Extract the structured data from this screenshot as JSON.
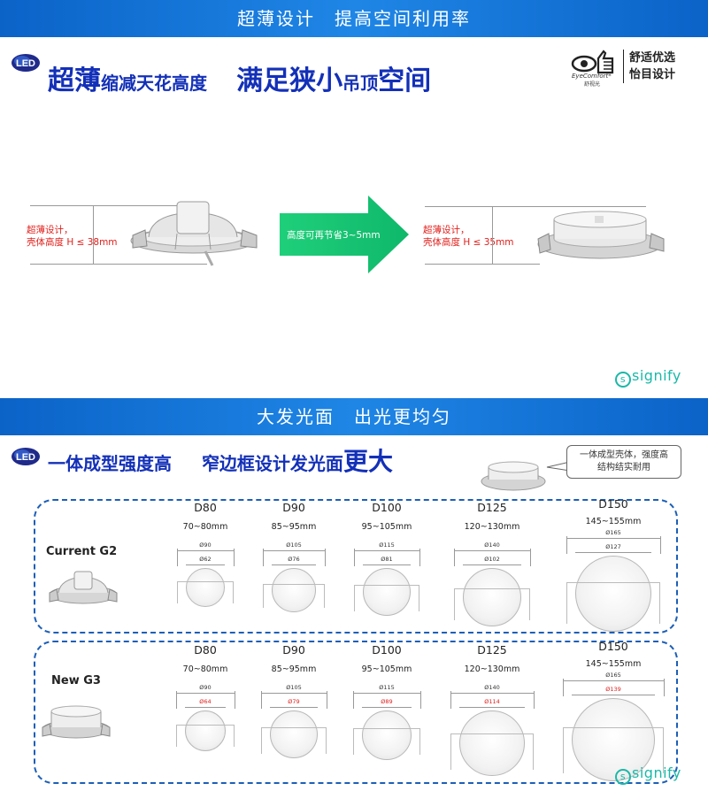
{
  "section1": {
    "banner": "超薄设计　提高空间利用率",
    "headline": {
      "part1_big": "超薄",
      "part1_small": "缩减天花高度",
      "part2_big": "满足狭小",
      "part2_small": "吊顶",
      "part2_big2": "空间"
    },
    "logo": {
      "line1": "舒适优选",
      "line2": "怡目设计",
      "brand": "EyeComfort*",
      "brand_cn": "舒视光"
    },
    "left_note_line1": "超薄设计，",
    "left_note_line2": "壳体高度 H ≤ 38mm",
    "arrow_label": "高度可再节省3~5mm",
    "right_note_line1": "超薄设计，",
    "right_note_line2": "壳体高度 H ≤ 35mm",
    "signify": "signify"
  },
  "section2": {
    "banner": "大发光面　出光更均匀",
    "headline": {
      "part1": "一体成型强度高",
      "part2": "窄边框设计发光面",
      "part2_big": "更大"
    },
    "callout_line1": "一体成型壳体，强度高",
    "callout_line2": "结构结实耐用",
    "rows": [
      {
        "name": "Current G2",
        "columns": [
          {
            "d": "D80",
            "range": "70~80mm",
            "outer": "Ø90",
            "inner": "Ø62",
            "inner_red": false
          },
          {
            "d": "D90",
            "range": "85~95mm",
            "outer": "Ø105",
            "inner": "Ø76",
            "inner_red": false
          },
          {
            "d": "D100",
            "range": "95~105mm",
            "outer": "Ø115",
            "inner": "Ø81",
            "inner_red": false
          },
          {
            "d": "D125",
            "range": "120~130mm",
            "outer": "Ø140",
            "inner": "Ø102",
            "inner_red": false
          },
          {
            "d": "D150",
            "range": "145~155mm",
            "outer": "Ø165",
            "inner": "Ø127",
            "inner_red": false
          }
        ]
      },
      {
        "name": "New G3",
        "columns": [
          {
            "d": "D80",
            "range": "70~80mm",
            "outer": "Ø90",
            "inner": "Ø64",
            "inner_red": true
          },
          {
            "d": "D90",
            "range": "85~95mm",
            "outer": "Ø105",
            "inner": "Ø79",
            "inner_red": true
          },
          {
            "d": "D100",
            "range": "95~105mm",
            "outer": "Ø115",
            "inner": "Ø89",
            "inner_red": true
          },
          {
            "d": "D125",
            "range": "120~130mm",
            "outer": "Ø140",
            "inner": "Ø114",
            "inner_red": true
          },
          {
            "d": "D150",
            "range": "145~155mm",
            "outer": "Ø165",
            "inner": "Ø139",
            "inner_red": true
          }
        ]
      }
    ],
    "signify": "signify"
  },
  "colors": {
    "banner": "#1f86e6",
    "headline": "#1330b8",
    "red": "#e0201c",
    "arrow": "#1fcf7a",
    "signify": "#1bb8a8",
    "panel_border": "#1c5fb8"
  }
}
